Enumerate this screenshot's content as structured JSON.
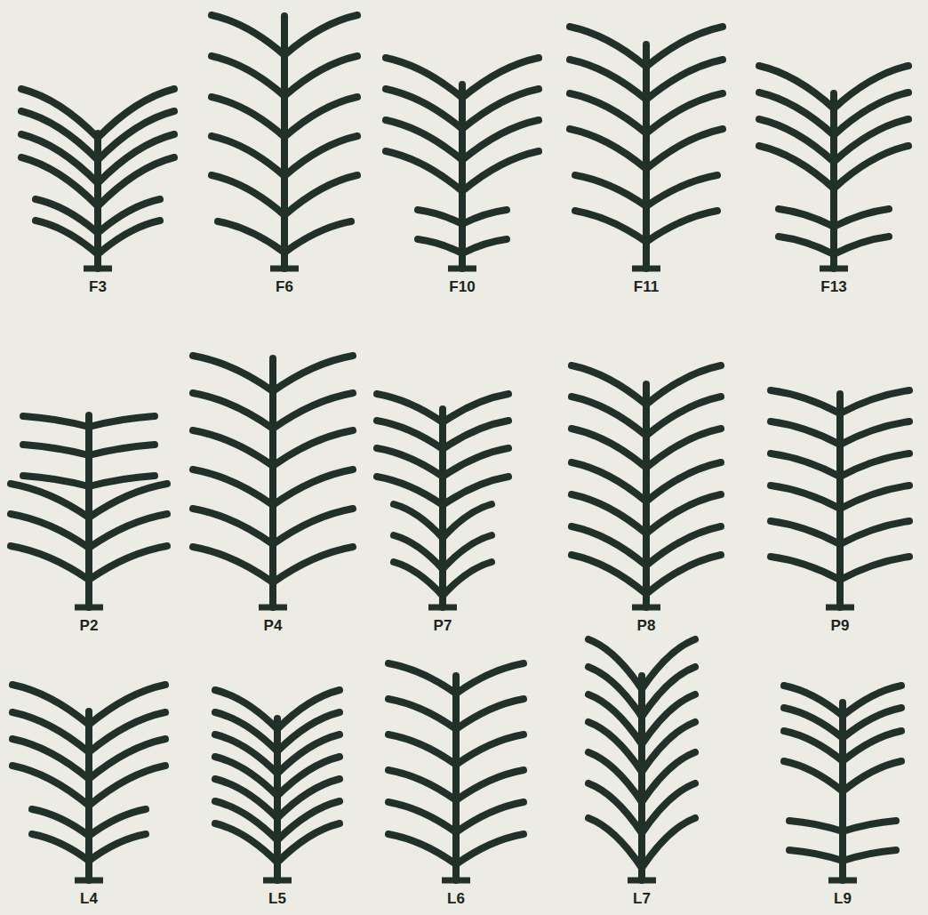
{
  "diagram": {
    "labels": [
      "F3",
      "F6",
      "F10",
      "F11",
      "F13",
      "P2",
      "P4",
      "P7",
      "P8",
      "P9",
      "L4",
      "L5",
      "L6",
      "L7",
      "L9"
    ]
  }
}
